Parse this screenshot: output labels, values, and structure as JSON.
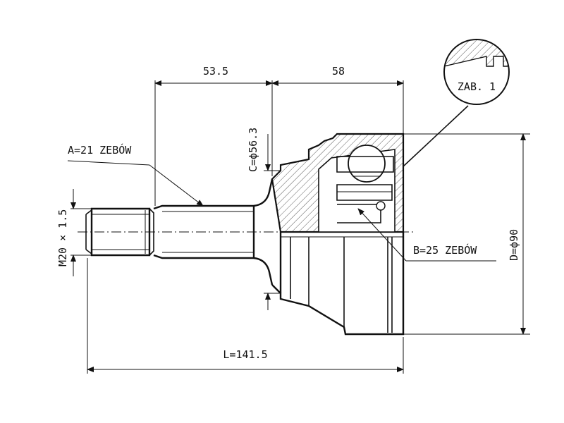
{
  "drawing": {
    "dimensions": {
      "spline_length": "53.5",
      "body_length": "58",
      "total_length": "L=141.5",
      "thread": "M20 × 1.5",
      "seal_diameter": "C=ϕ56.3",
      "body_diameter": "D=ϕ90"
    },
    "callouts": {
      "outer_splines": "A=21 ZEBÓW",
      "inner_splines": "B=25 ZEBÓW",
      "detail": "ZAB. 1"
    }
  }
}
